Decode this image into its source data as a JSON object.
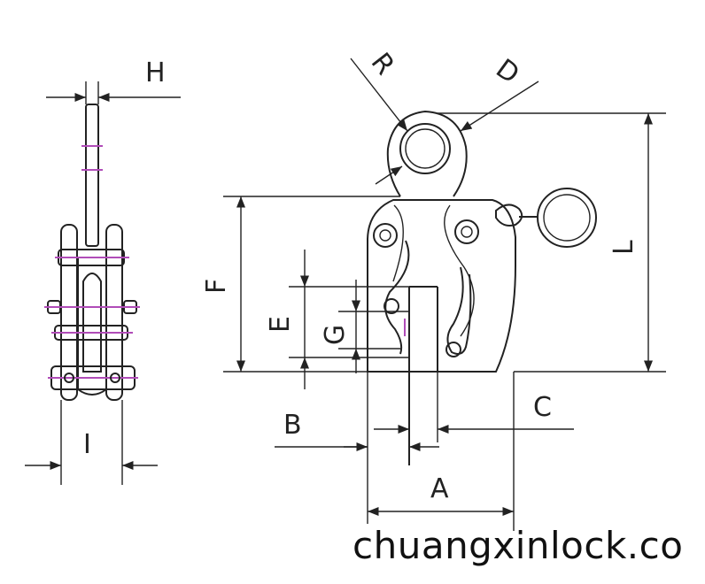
{
  "labels": {
    "H": "H",
    "I": "I",
    "R": "R",
    "D": "D",
    "F": "F",
    "E": "E",
    "G": "G",
    "L": "L",
    "B": "B",
    "C": "C",
    "A": "A"
  },
  "watermark": "chuangxinlock.co"
}
